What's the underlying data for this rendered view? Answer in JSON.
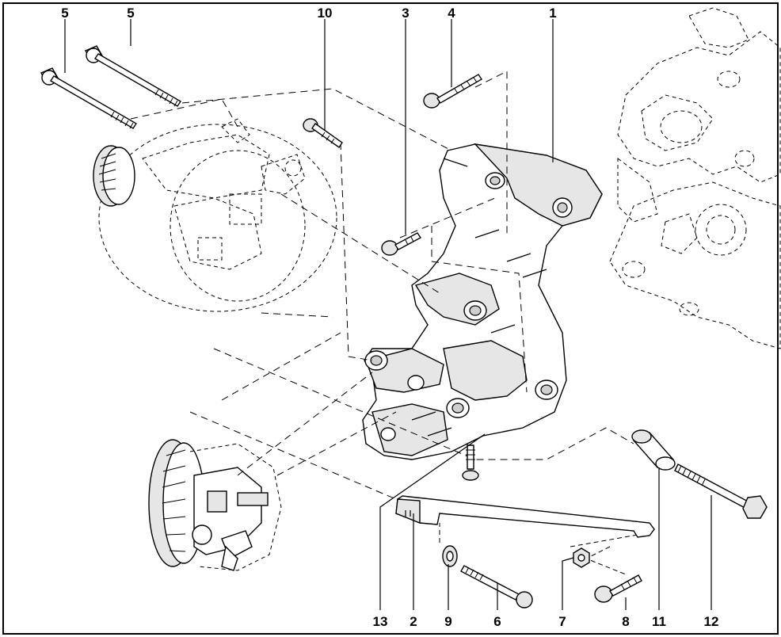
{
  "diagram": {
    "callouts": [
      {
        "id": "c5a",
        "label": "5"
      },
      {
        "id": "c5b",
        "label": "5"
      },
      {
        "id": "c10",
        "label": "10"
      },
      {
        "id": "c3",
        "label": "3"
      },
      {
        "id": "c4",
        "label": "4"
      },
      {
        "id": "c1",
        "label": "1"
      },
      {
        "id": "c13",
        "label": "13"
      },
      {
        "id": "c2",
        "label": "2"
      },
      {
        "id": "c9",
        "label": "9"
      },
      {
        "id": "c6",
        "label": "6"
      },
      {
        "id": "c7",
        "label": "7"
      },
      {
        "id": "c8",
        "label": "8"
      },
      {
        "id": "c11",
        "label": "11"
      },
      {
        "id": "c12",
        "label": "12"
      }
    ]
  }
}
